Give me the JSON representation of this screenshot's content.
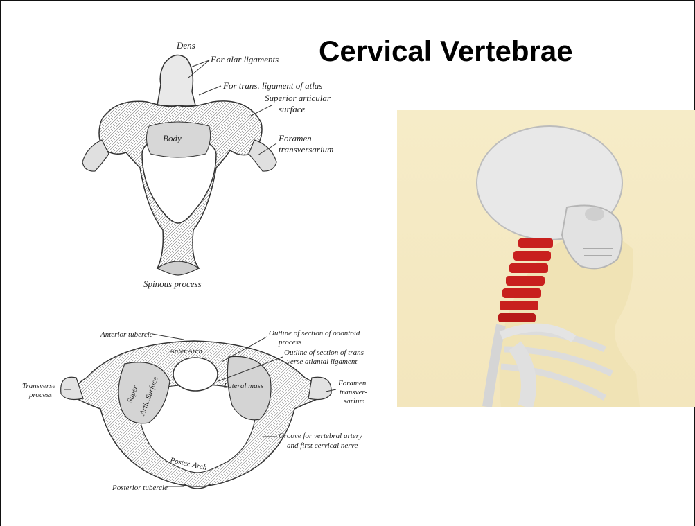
{
  "slide": {
    "title": "Cervical Vertebrae"
  },
  "figure_top": {
    "labels": {
      "dens": "Dens",
      "alar": "For alar ligaments",
      "trans": "For trans. ligament of atlas",
      "superior1": "Superior articular",
      "superior2": "surface",
      "foramen1": "Foramen",
      "foramen2": "transversarium",
      "body": "Body",
      "spinous": "Spinous process"
    }
  },
  "figure_bottom": {
    "labels": {
      "anterior_tubercle": "Anterior tubercle",
      "anter_arch": "Anter.Arch",
      "outline1": "Outline of section of odontoid",
      "outline1b": "process",
      "outline2": "Outline of section of trans-",
      "outline2b": "verse atlantal ligament",
      "transverse1": "Transverse",
      "transverse2": "process",
      "foramen1": "Foramen",
      "foramen2": "transver-",
      "foramen3": "sarium",
      "super_artic1": "Super",
      "super_artic2": "Artic.Surface",
      "lateral_mass": "Lateral mass",
      "groove1": "Groove for vertebral artery",
      "groove2": "and first cervical nerve",
      "poster_arch": "Poster. Arch",
      "posterior_tubercle": "Posterior tubercle"
    }
  },
  "illustration": {
    "highlight_color": "#c8201e",
    "background_color": "#f5e9c3"
  }
}
